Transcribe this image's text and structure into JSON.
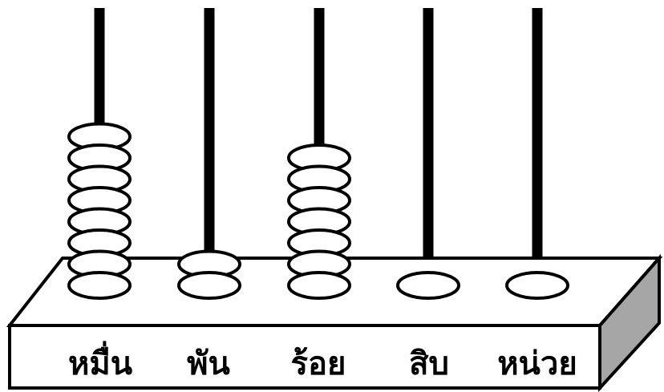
{
  "abacus": {
    "rods": [
      {
        "label": "หมื่น",
        "beads": 8
      },
      {
        "label": "พัน",
        "beads": 2
      },
      {
        "label": "ร้อย",
        "beads": 7
      },
      {
        "label": "สิบ",
        "beads": 1
      },
      {
        "label": "หน่วย",
        "beads": 1
      }
    ],
    "colors": {
      "stroke": "#000000",
      "base_top": "#ffffff",
      "base_front": "#ffffff",
      "base_side": "#a6a6a6"
    }
  }
}
